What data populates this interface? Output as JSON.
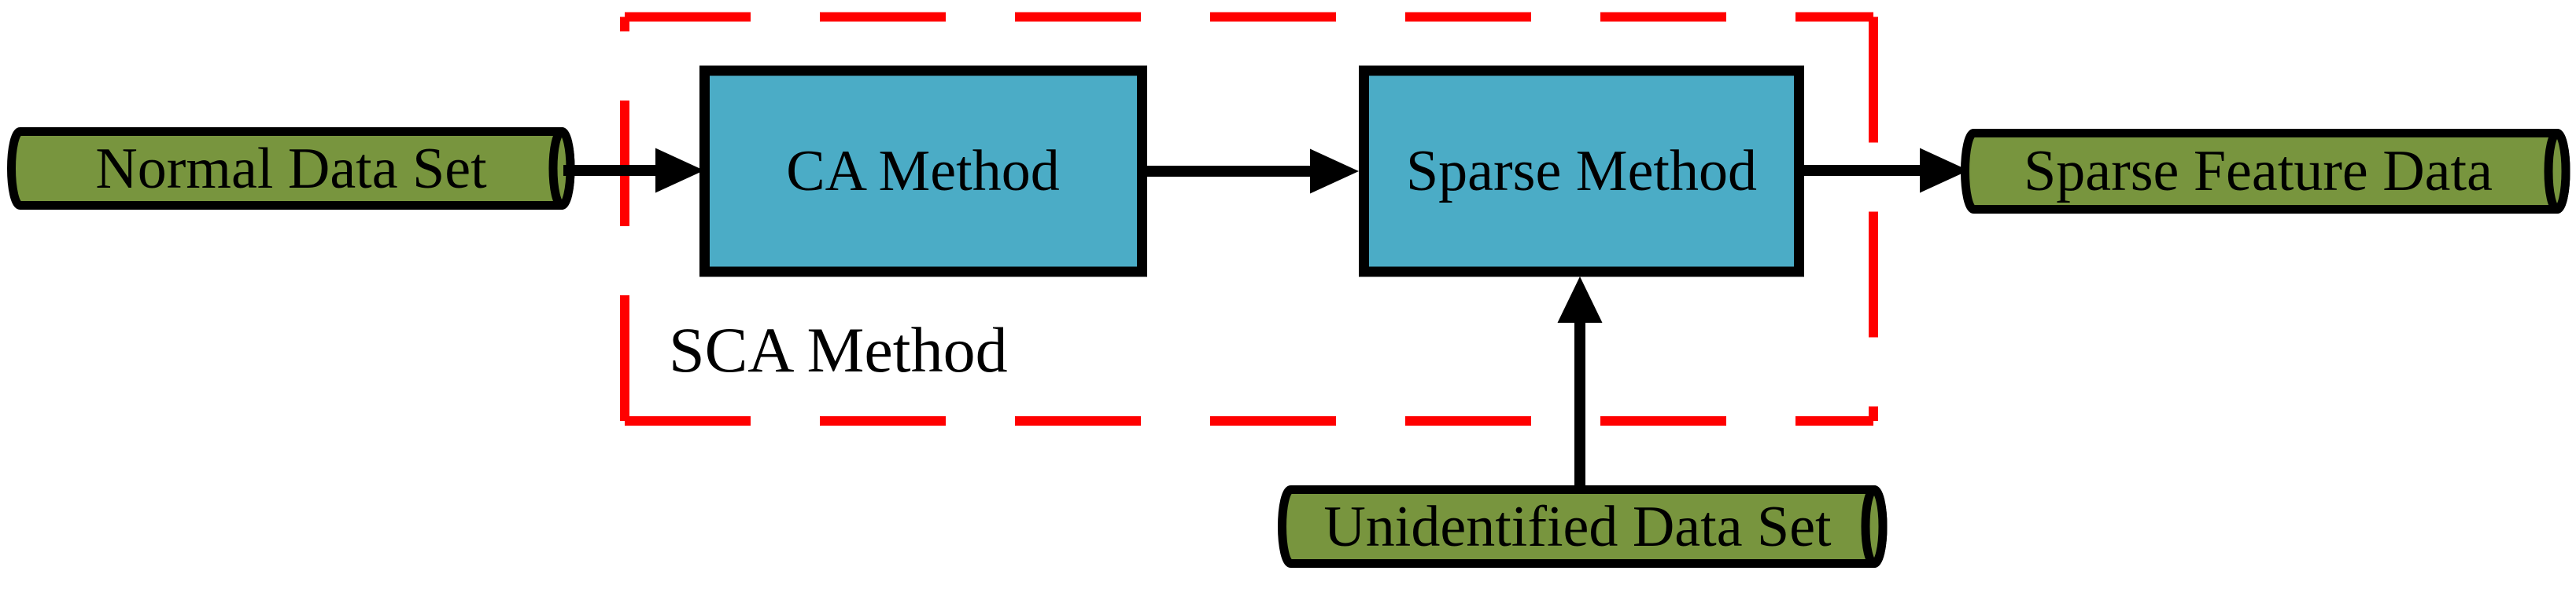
{
  "diagram": {
    "background": "#FFFFFF",
    "colors": {
      "cylinder_fill": "#78953E",
      "process_fill": "#4BACC6",
      "group_border": "#FF0000",
      "line": "#000000",
      "text": "#000000"
    },
    "nodes": {
      "normal_data_set": {
        "label": "Normal Data Set",
        "shape": "cylinder"
      },
      "ca_method": {
        "label": "CA Method",
        "shape": "rectangle"
      },
      "sparse_method": {
        "label": "Sparse Method",
        "shape": "rectangle"
      },
      "sparse_feature_data": {
        "label": "Sparse Feature Data",
        "shape": "cylinder"
      },
      "unidentified_data_set": {
        "label": "Unidentified Data Set",
        "shape": "cylinder"
      }
    },
    "group": {
      "label": "SCA Method",
      "contains": [
        "ca_method",
        "sparse_method"
      ]
    },
    "edges": [
      {
        "from": "normal_data_set",
        "to": "ca_method"
      },
      {
        "from": "ca_method",
        "to": "sparse_method"
      },
      {
        "from": "sparse_method",
        "to": "sparse_feature_data"
      },
      {
        "from": "unidentified_data_set",
        "to": "sparse_method"
      }
    ]
  }
}
